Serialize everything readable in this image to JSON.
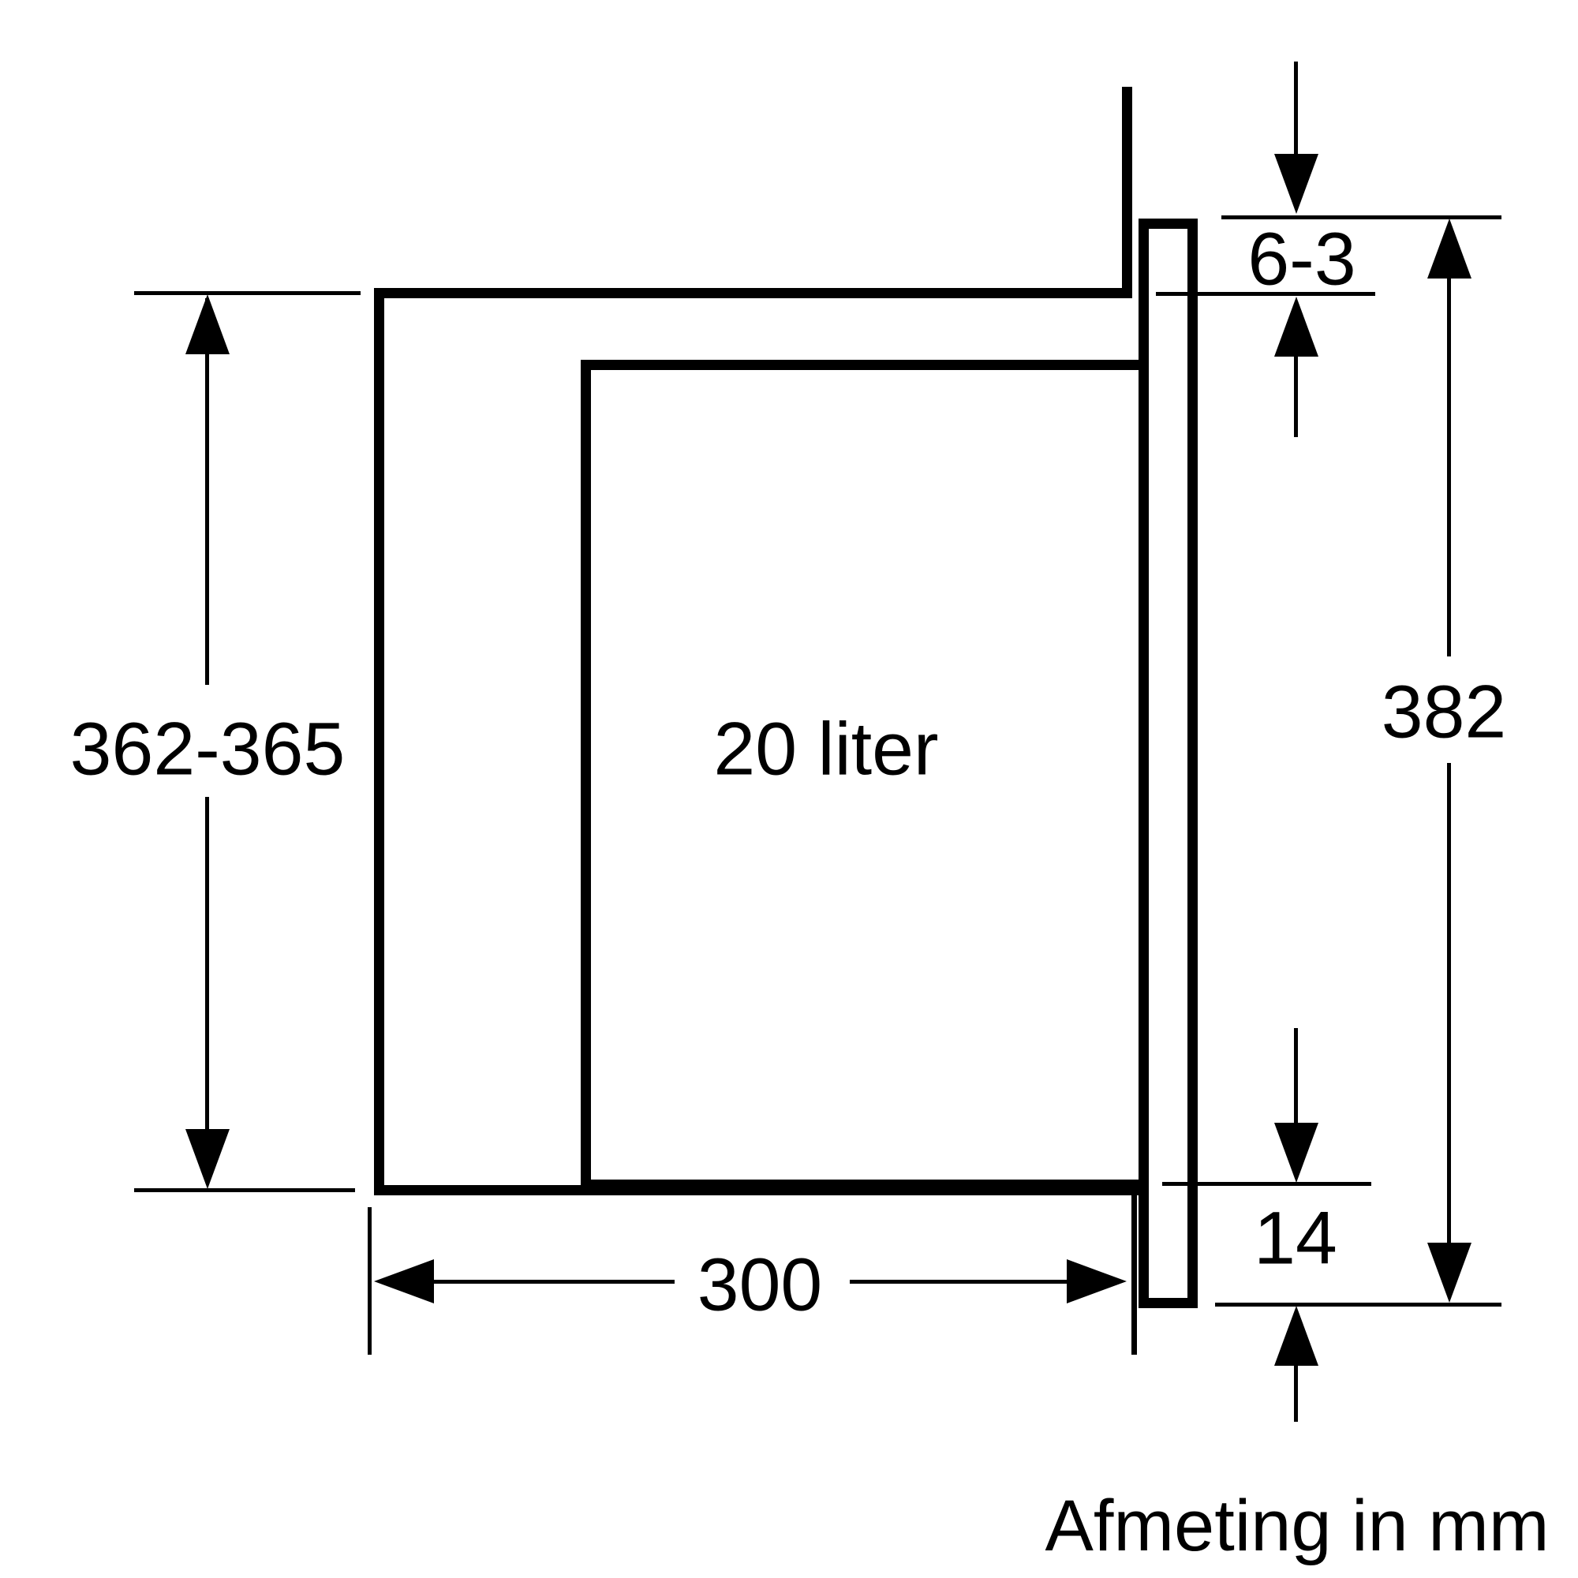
{
  "diagram": {
    "capacity_label": "20 liter",
    "units_note": "Afmeting in mm",
    "dimensions": {
      "niche_height": "362-365",
      "top_gap": "6-3",
      "front_height": "382",
      "bottom_overlap": "14",
      "niche_depth": "300"
    }
  }
}
